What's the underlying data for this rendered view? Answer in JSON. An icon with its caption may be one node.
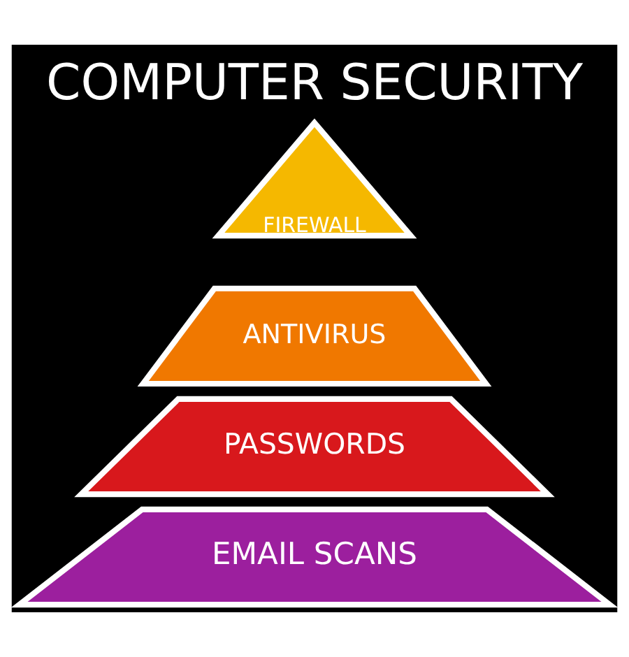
{
  "diagram": {
    "title": "COMPUTER SECURITY",
    "nodes": [
      {
        "text": [
          "FIREWALL"
        ]
      },
      {
        "text": [
          "ANTIVIRUS"
        ]
      },
      {
        "text": [
          "PASSWORDS"
        ]
      },
      {
        "text": [
          "EMAIL SCANS"
        ]
      }
    ],
    "edges": []
  }
}
